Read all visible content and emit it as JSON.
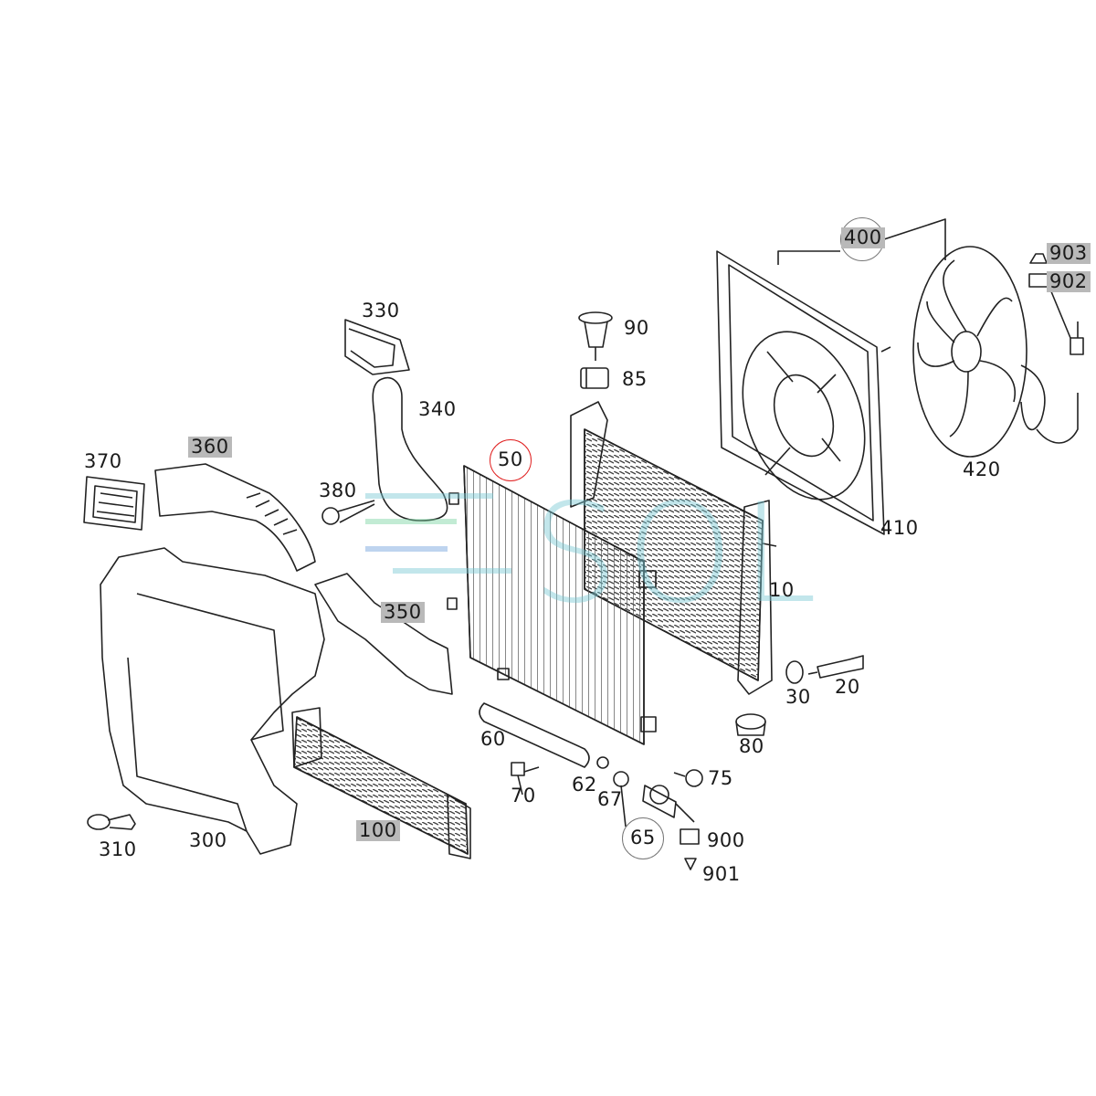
{
  "watermark": "SOL",
  "accent": {
    "highlight": "#b9b9b9",
    "selected_circle": "#e02020",
    "watermark": "#7fcbd3"
  },
  "callouts": {
    "p10": "10",
    "p20": "20",
    "p30": "30",
    "p50": "50",
    "p60": "60",
    "p62": "62",
    "p65": "65",
    "p67": "67",
    "p70": "70",
    "p75": "75",
    "p80": "80",
    "p85": "85",
    "p90": "90",
    "p100": "100",
    "p300": "300",
    "p310": "310",
    "p330": "330",
    "p340": "340",
    "p350": "350",
    "p360": "360",
    "p370": "370",
    "p380": "380",
    "p400": "400",
    "p410": "410",
    "p420": "420",
    "p900": "900",
    "p901": "901",
    "p902": "902",
    "p903": "903"
  }
}
